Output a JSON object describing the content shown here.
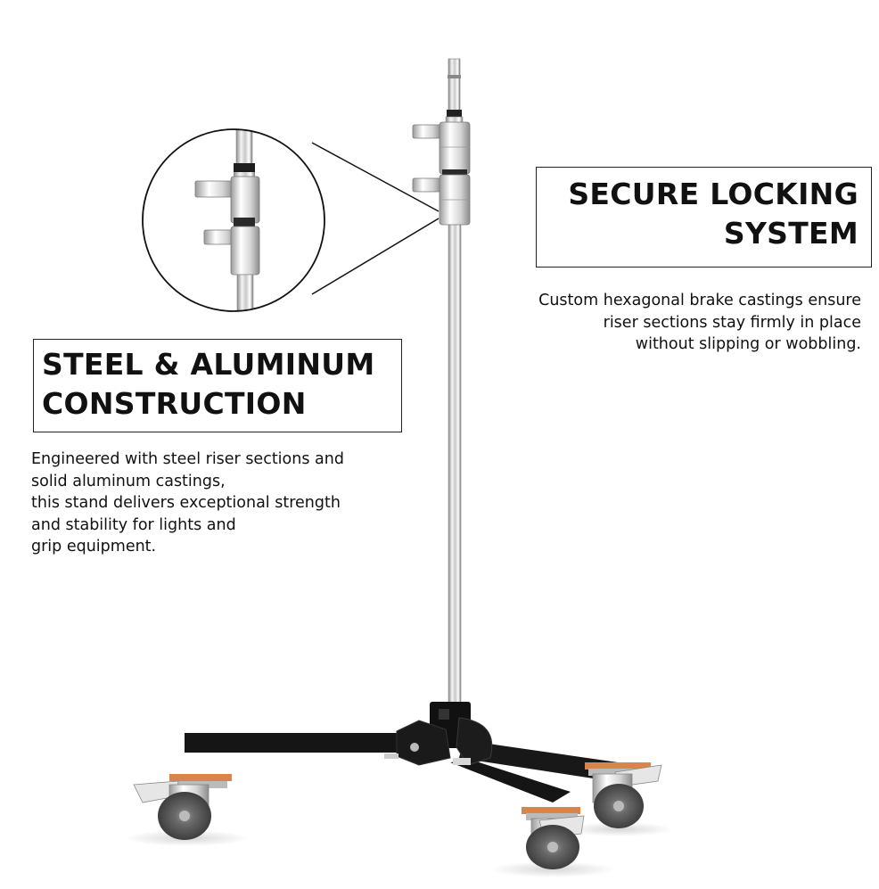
{
  "features": [
    {
      "title_lines": [
        "SECURE LOCKING",
        "SYSTEM"
      ],
      "description_lines": [
        "Custom hexagonal brake castings ensure",
        "riser sections stay firmly in place",
        "without slipping or wobbling."
      ]
    },
    {
      "title_lines": [
        "STEEL & ALUMINUM",
        "CONSTRUCTION"
      ],
      "description_lines": [
        "Engineered with steel riser sections and",
        "solid aluminum castings,",
        "this stand delivers exceptional strength",
        "and stability for lights and",
        "grip equipment."
      ]
    }
  ],
  "colors": {
    "text": "#111111",
    "frame": "#222222",
    "chrome_light": "#f2f2f2",
    "chrome_dark": "#6e6e6e",
    "base_black": "#151515",
    "caster_orange": "#d9844a",
    "wheel_gray": "#5c5c5c"
  }
}
